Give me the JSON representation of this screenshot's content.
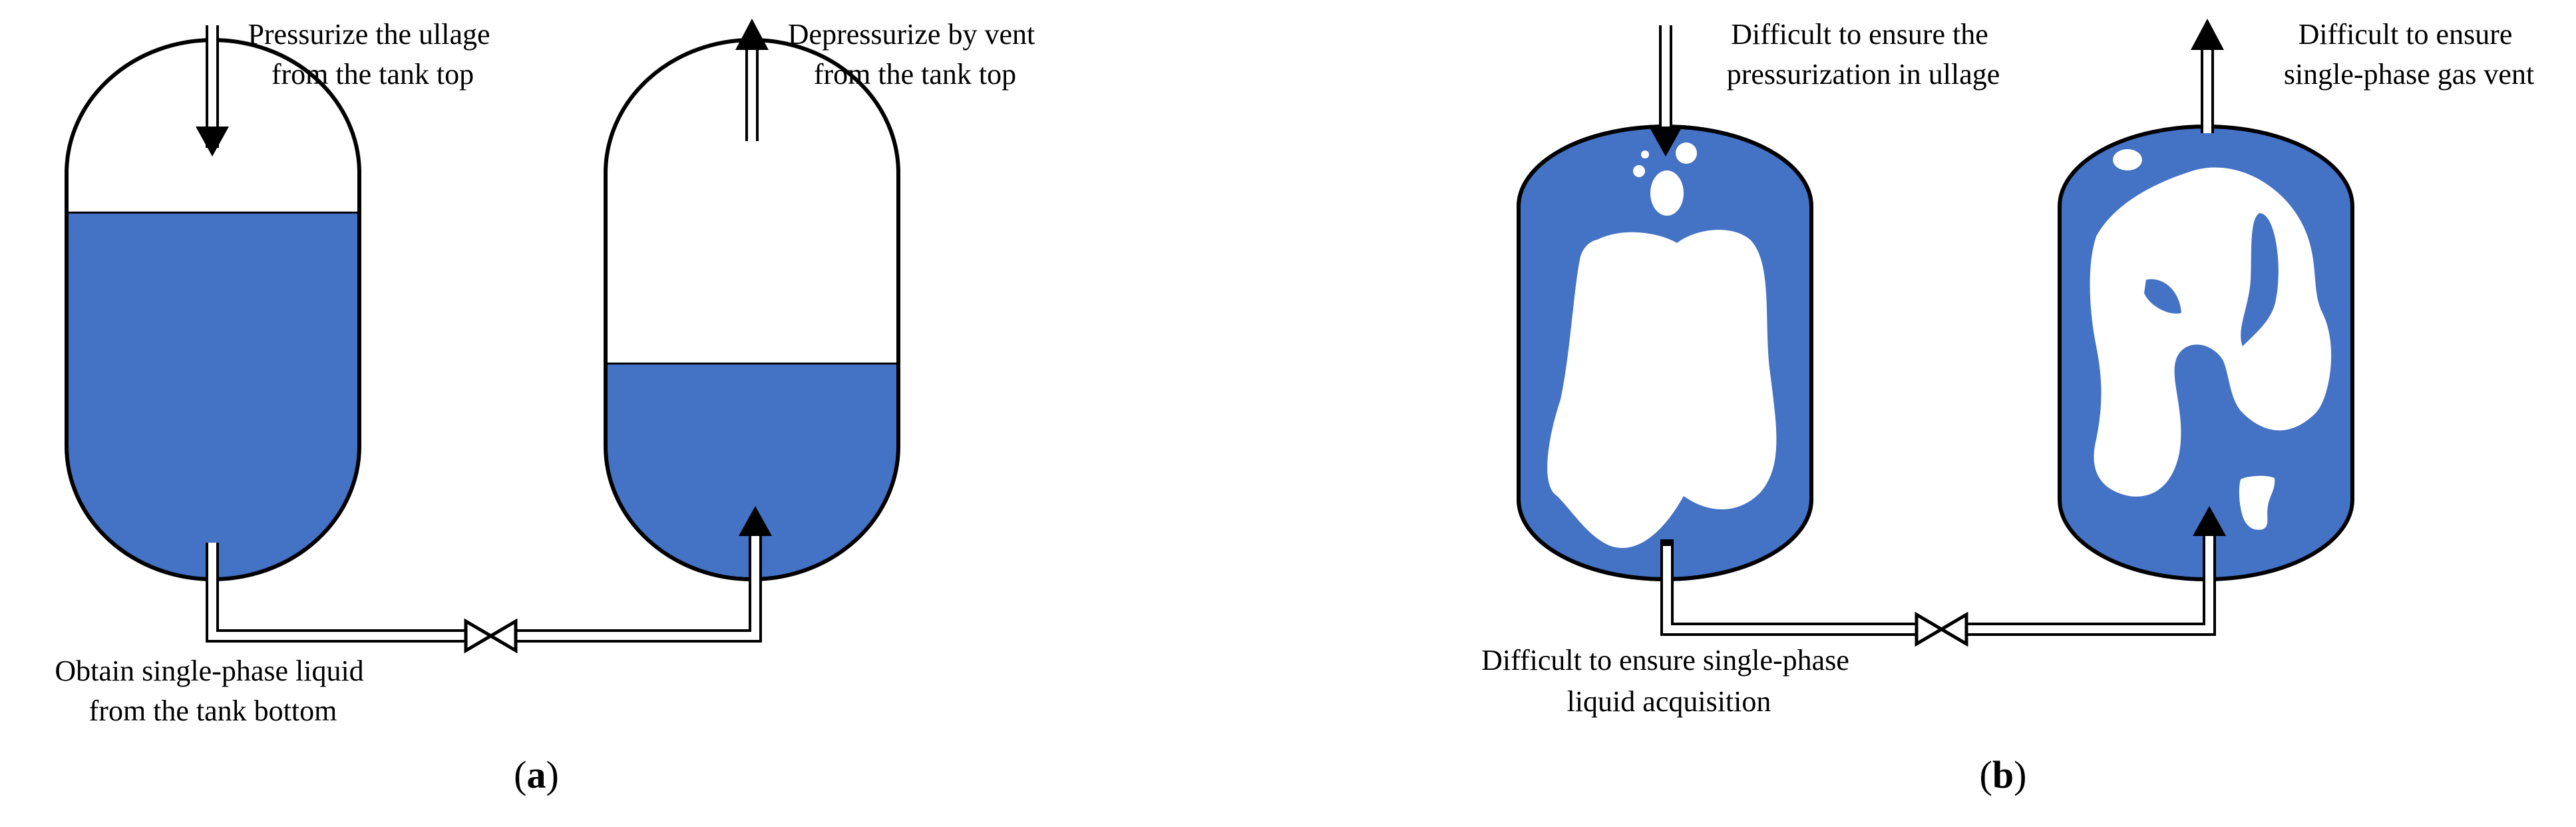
{
  "colors": {
    "liquid": "#4472c4",
    "outline": "#000000",
    "background": "#ffffff"
  },
  "panel_a": {
    "caption_open": "(",
    "caption_letter": "a",
    "caption_close": ")",
    "pressurize_label": [
      "Pressurize the ullage",
      "from the tank top"
    ],
    "depressurize_label": [
      "Depressurize by vent",
      "from the tank top"
    ],
    "liquid_label": [
      "Obtain single-phase liquid",
      "from the tank bottom"
    ],
    "left_tank_fill_fraction": 0.68,
    "right_tank_fill_fraction": 0.4
  },
  "panel_b": {
    "caption_open": "(",
    "caption_letter": "b",
    "caption_close": ")",
    "pressurize_label": [
      "Difficult to ensure the",
      "pressurization in ullage"
    ],
    "vent_label": [
      "Difficult to ensure",
      "single-phase gas vent"
    ],
    "liquid_label": [
      "Difficult to ensure single-phase",
      "liquid acquisition"
    ]
  }
}
